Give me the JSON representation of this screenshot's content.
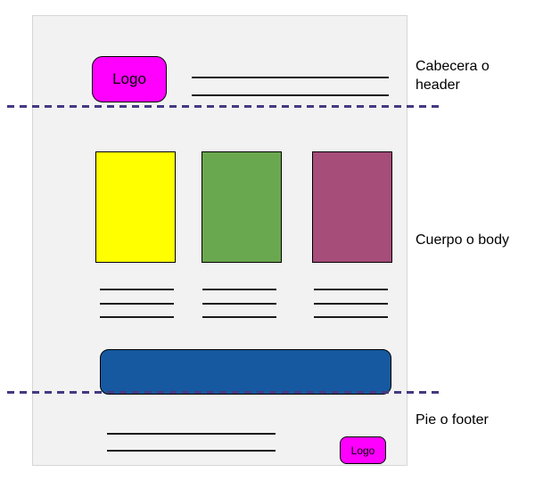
{
  "diagram": {
    "annotations": {
      "header_label": "Cabecera o\nheader",
      "body_label": "Cuerpo o body",
      "footer_label": "Pie o footer"
    },
    "mockup": {
      "header_logo_text": "Logo",
      "footer_logo_text": "Logo"
    },
    "colors": {
      "page_background": "#f2f2f2",
      "page_border": "#d6d6d6",
      "logo_fill": "#ff00ff",
      "column_yellow": "#ffff00",
      "column_green": "#6aa84f",
      "column_purple": "#a64d79",
      "banner_blue": "#1659a0",
      "divider_dash": "#433a82",
      "text_line": "#1a1a1a"
    }
  }
}
